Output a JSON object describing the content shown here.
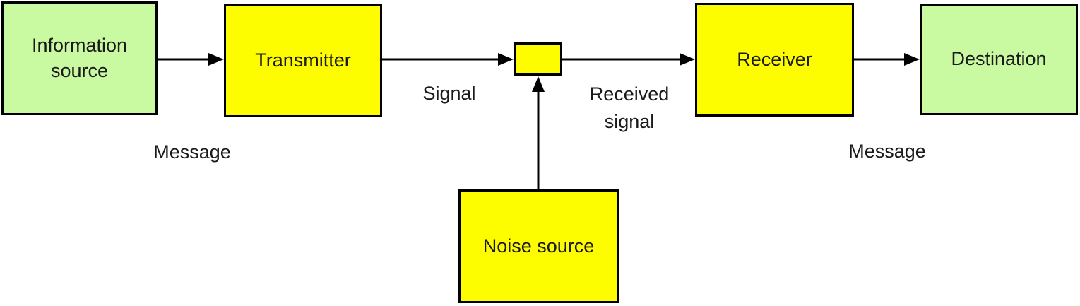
{
  "colors": {
    "source_destination_fill": "#c9f9a0",
    "component_fill": "#fdfd00",
    "border": "#000000",
    "text": "#1a1a1a",
    "background": "#ffffff"
  },
  "diagram": {
    "type": "flow-diagram",
    "nodes": {
      "information_source": {
        "label": "Information source",
        "fill": "#c9f9a0"
      },
      "transmitter": {
        "label": "Transmitter",
        "fill": "#fdfd00"
      },
      "channel_junction": {
        "label": "",
        "fill": "#fdfd00"
      },
      "receiver": {
        "label": "Receiver",
        "fill": "#fdfd00"
      },
      "destination": {
        "label": "Destination",
        "fill": "#c9f9a0"
      },
      "noise_source": {
        "label": "Noise source",
        "fill": "#fdfd00"
      }
    },
    "edges": [
      {
        "from": "information_source",
        "to": "transmitter",
        "label": "Message",
        "direction": "right"
      },
      {
        "from": "transmitter",
        "to": "channel_junction",
        "label": "Signal",
        "direction": "right"
      },
      {
        "from": "channel_junction",
        "to": "receiver",
        "label": "Received signal",
        "direction": "right"
      },
      {
        "from": "receiver",
        "to": "destination",
        "label": "Message",
        "direction": "right"
      },
      {
        "from": "noise_source",
        "to": "channel_junction",
        "label": "",
        "direction": "up"
      }
    ]
  }
}
